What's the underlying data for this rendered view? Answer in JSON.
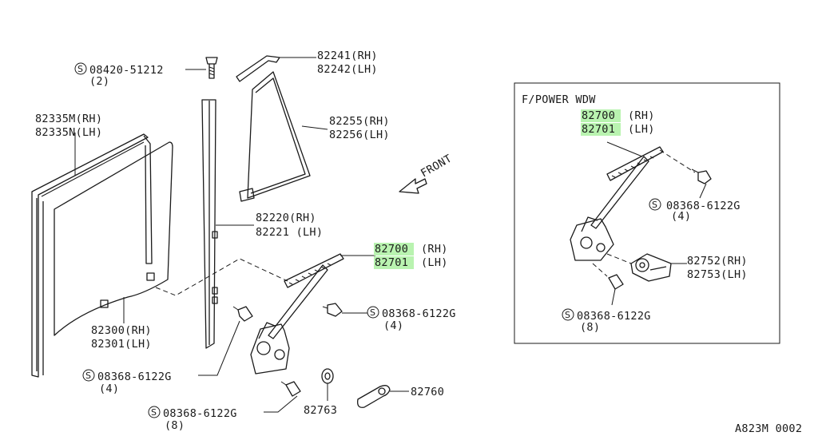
{
  "labels": {
    "bolt_top": "08420-51212",
    "bolt_top_qty": "(2)",
    "sash_rh": "82241(RH)",
    "sash_lh": "82242(LH)",
    "glass_side_rh": "82255(RH)",
    "glass_side_lh": "82256(LH)",
    "run_rh": "82335M(RH)",
    "run_lh": "82335N(LH)",
    "channel_rh": "82220(RH)",
    "channel_lh": "82221 (LH)",
    "regulator_rh_code": "82700",
    "regulator_rh_side": "(RH)",
    "regulator_lh_code": "82701",
    "regulator_lh_side": "(LH)",
    "front": "FRONT",
    "bolt_right": "08368-6122G",
    "bolt_right_qty": "(4)",
    "glass_rh": "82300(RH)",
    "glass_lh": "82301(LH)",
    "bolt_left": "08368-6122G",
    "bolt_left_qty": "(4)",
    "handle": "82760",
    "washer": "82763",
    "bolt_bottom": "08368-6122G",
    "bolt_bottom_qty": "(8)",
    "footer": "A823M 0002"
  },
  "inset": {
    "title": "F/POWER WDW",
    "regulator_rh_code": "82700",
    "regulator_rh_side": "(RH)",
    "regulator_lh_code": "82701",
    "regulator_lh_side": "(LH)",
    "bolt_top": "08368-6122G",
    "bolt_top_qty": "(4)",
    "motor_rh": "82752(RH)",
    "motor_lh": "82753(LH)",
    "bolt_bottom": "08368-6122G",
    "bolt_bottom_qty": "(8)"
  },
  "symbols": {
    "screw_mark": "S"
  },
  "colors": {
    "highlight": "#b9f3b0",
    "line": "#1a1a1a"
  }
}
